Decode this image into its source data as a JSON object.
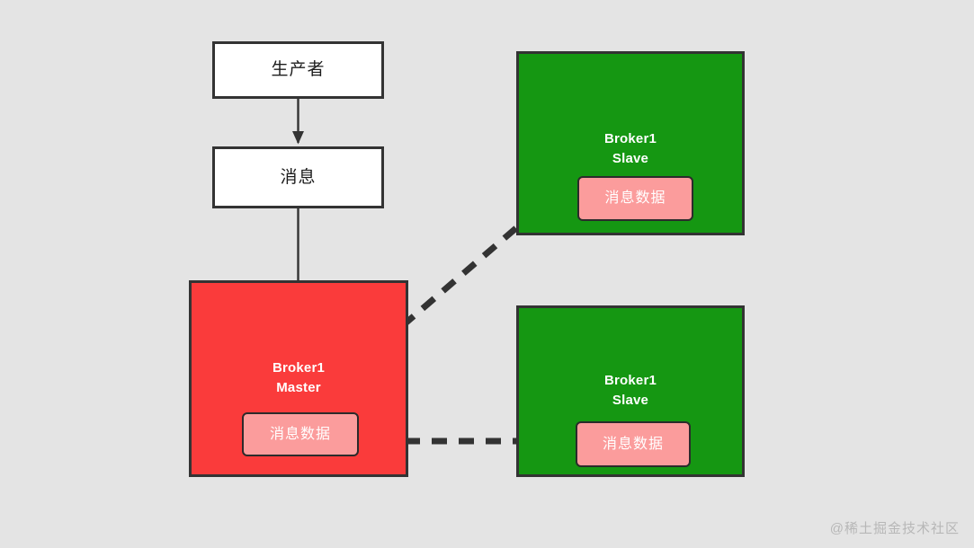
{
  "diagram": {
    "background_color": "#e4e4e4",
    "nodes": {
      "producer": {
        "label": "生产者",
        "fill": "#ffffff",
        "stroke": "#333333"
      },
      "message": {
        "label": "消息",
        "fill": "#ffffff",
        "stroke": "#333333"
      },
      "broker_master": {
        "title": "Broker1\nMaster",
        "line1": "Broker1",
        "line2": "Master",
        "fill": "#fa3b3b",
        "stroke": "#333333",
        "data_label": "消息数据",
        "data_fill": "#fb9c9c"
      },
      "broker_slave_top": {
        "title": "Broker1\nSlave",
        "line1": "Broker1",
        "line2": "Slave",
        "fill": "#159712",
        "stroke": "#333333",
        "data_label": "消息数据",
        "data_fill": "#fb9c9c"
      },
      "broker_slave_bottom": {
        "title": "Broker1\nSlave",
        "line1": "Broker1",
        "line2": "Slave",
        "fill": "#159712",
        "stroke": "#333333",
        "data_label": "消息数据",
        "data_fill": "#fb9c9c"
      }
    },
    "connectors": [
      {
        "id": "producer-to-message",
        "style": "solid",
        "color": "#333333",
        "from": "producer",
        "to": "message"
      },
      {
        "id": "message-to-master-data",
        "style": "solid",
        "color": "#333333",
        "from": "message",
        "to": "broker_master.data"
      },
      {
        "id": "master-data-to-slave-top-data",
        "style": "dashed",
        "color": "#333333",
        "from": "broker_master.data",
        "to": "broker_slave_top.data"
      },
      {
        "id": "master-data-to-slave-bottom-data",
        "style": "dashed",
        "color": "#333333",
        "from": "broker_master.data",
        "to": "broker_slave_bottom.data"
      }
    ],
    "watermark": "@稀土掘金技术社区"
  }
}
